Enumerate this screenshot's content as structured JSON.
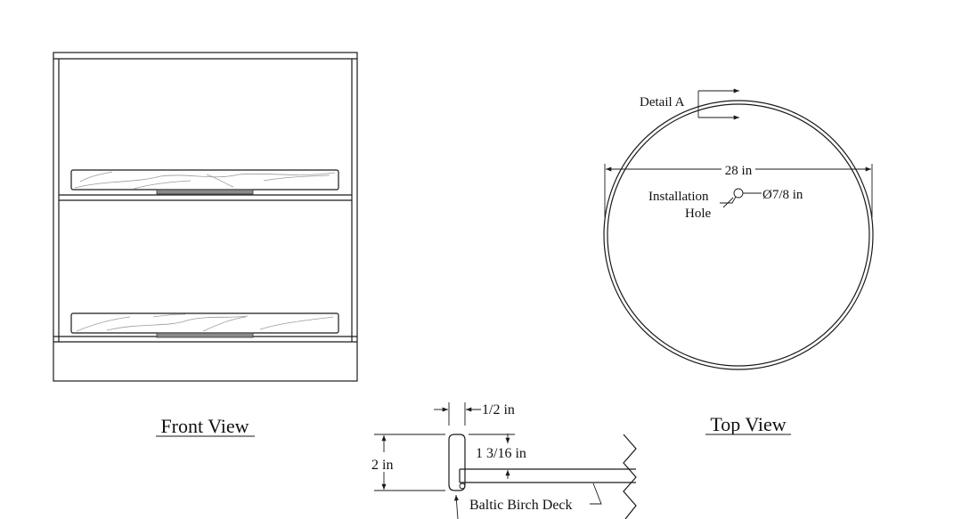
{
  "front_view": {
    "title": "Front View"
  },
  "top_view": {
    "title": "Top View",
    "detail_label": "Detail A",
    "diameter_label": "28 in",
    "hole_label_line1": "Installation",
    "hole_label_line2": "Hole",
    "hole_diameter_label": "Ø7/8 in"
  },
  "detail_a": {
    "thickness_label": "1/2 in",
    "height_label": "2 in",
    "offset_label": "1 3/16 in",
    "deck_label": "Baltic Birch Deck"
  }
}
